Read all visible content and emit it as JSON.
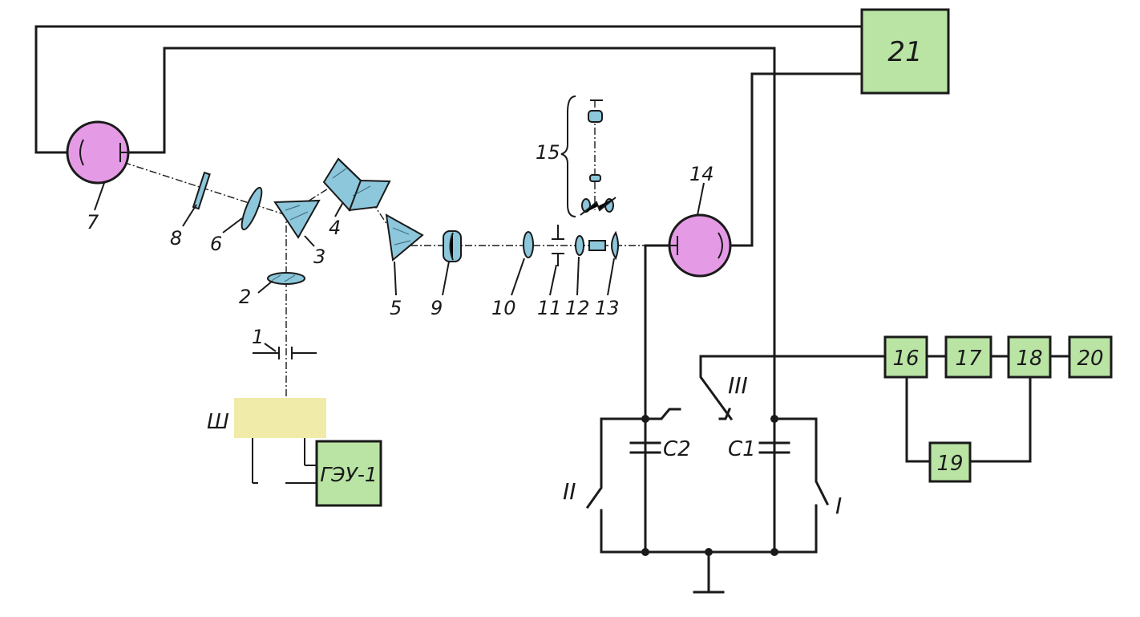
{
  "colors": {
    "block_fill": "#b9e4a4",
    "optic_fill": "#8cc7dc",
    "photomultiplier_fill": "#e59ae6",
    "source_fill": "#f0eba8",
    "line": "#1a1a1a"
  },
  "labels": {
    "n1": "1",
    "n2": "2",
    "n3": "3",
    "n4": "4",
    "n5": "5",
    "n6": "6",
    "n7": "7",
    "n8": "8",
    "n9": "9",
    "n10": "10",
    "n11": "11",
    "n12": "12",
    "n13": "13",
    "n14": "14",
    "n15": "15",
    "sh": "Ш",
    "c1": "C1",
    "c2": "C2",
    "sw1": "I",
    "sw2": "II",
    "sw3": "III"
  },
  "blocks": {
    "b21": "21",
    "b16": "16",
    "b17": "17",
    "b18": "18",
    "b19": "19",
    "b20": "20",
    "geu": "ГЭУ-1"
  }
}
